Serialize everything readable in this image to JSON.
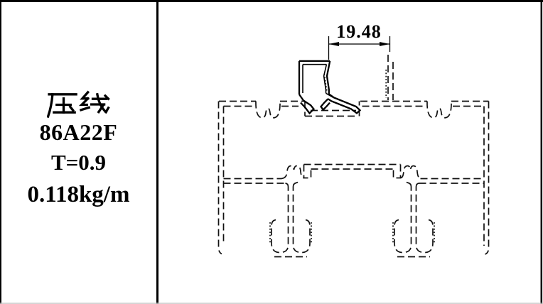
{
  "panel": {
    "part_name": "压线",
    "part_number": "86A22F",
    "thickness": "T=0.9",
    "weight": "0.118kg/m"
  },
  "drawing": {
    "dimension_label": "19.48"
  },
  "colors": {
    "line": "#111111",
    "background": "#ffffff",
    "border": "#000000"
  }
}
